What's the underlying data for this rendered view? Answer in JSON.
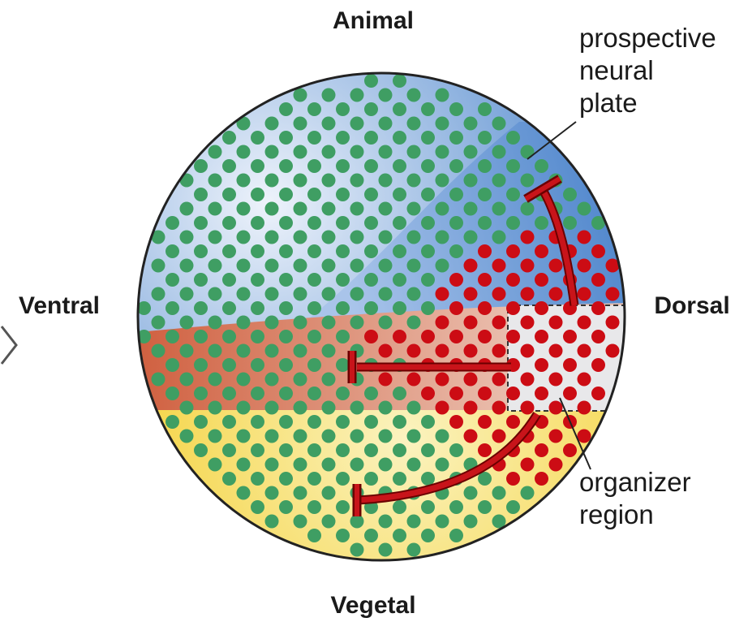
{
  "labels": {
    "animal": "Animal",
    "vegetal": "Vegetal",
    "ventral": "Ventral",
    "dorsal": "Dorsal"
  },
  "annotations": {
    "neural_plate": [
      "prospective",
      "neural",
      "plate"
    ],
    "organizer": [
      "organizer",
      "region"
    ]
  },
  "colors": {
    "animal_blue": "#5a8fd0",
    "animal_highlight": "#eef3fb",
    "neural_blue": "#4f86cc",
    "mesoderm_orange": "#d06040",
    "mesoderm_light": "#eac0b0",
    "vegetal_yellow": "#f5d64c",
    "vegetal_light": "#fbf3c0",
    "organizer_fill": "#e8e8ea",
    "green_dot": "#3f9e63",
    "red_dot": "#cc0c14",
    "inhibitor_arrow": "#c8141a"
  }
}
